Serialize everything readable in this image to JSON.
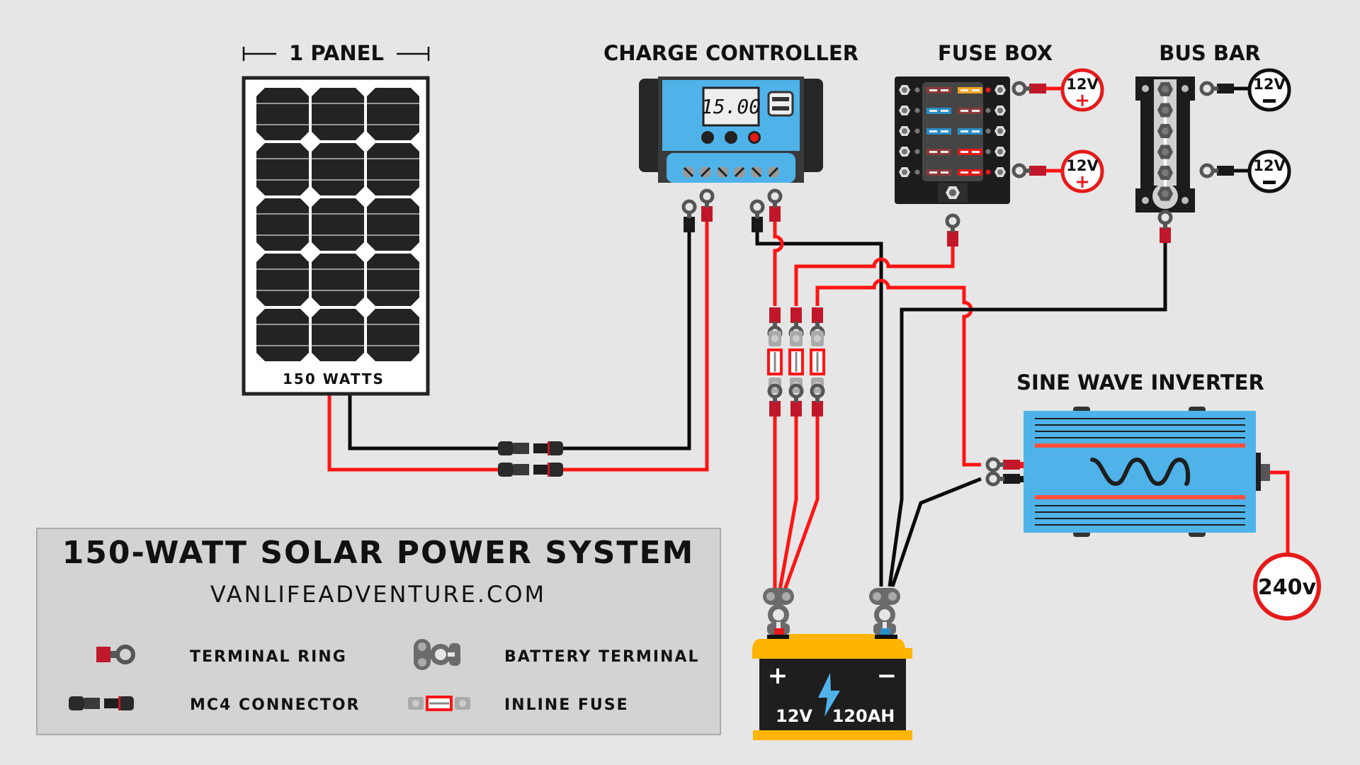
{
  "labels": {
    "panel_header": "1 PANEL",
    "panel_rating": "150 WATTS",
    "charge_controller": "CHARGE CONTROLLER",
    "controller_display": "15.00",
    "fuse_box": "FUSE BOX",
    "bus_bar": "BUS BAR",
    "inverter": "SINE WAVE INVERTER",
    "battery_voltage": "12V",
    "battery_capacity": "120AH",
    "battery_plus": "+",
    "battery_minus": "−",
    "ac_output": "240v"
  },
  "outputs": {
    "fuse_box": [
      {
        "voltage": "12V",
        "polarity": "+"
      },
      {
        "voltage": "12V",
        "polarity": "+"
      }
    ],
    "bus_bar": [
      {
        "voltage": "12V",
        "polarity": "−"
      },
      {
        "voltage": "12V",
        "polarity": "−"
      }
    ]
  },
  "fuse_box_fuses": [
    [
      "#8a3a3a",
      "#f5a623"
    ],
    [
      "#2b8fc7",
      "#8a3a3a"
    ],
    [
      "#2b8fc7",
      "#2b8fc7"
    ],
    [
      "#8a3a3a",
      "#e61a1a"
    ],
    [
      "#8a3a3a",
      "#e61a1a"
    ]
  ],
  "legend": {
    "title": "150-WATT SOLAR POWER SYSTEM",
    "website": "VANLIFEADVENTURE.COM",
    "items": [
      {
        "icon": "terminal-ring-icon",
        "label": "TERMINAL RING"
      },
      {
        "icon": "battery-terminal-icon",
        "label": "BATTERY TERMINAL"
      },
      {
        "icon": "mc4-connector-icon",
        "label": "MC4 CONNECTOR"
      },
      {
        "icon": "inline-fuse-icon",
        "label": "INLINE FUSE"
      }
    ]
  },
  "colors": {
    "background": "#e6e6e6",
    "wire_positive": "#ff1414",
    "wire_negative": "#0a0a0a",
    "device_blue": "#4fb3ea",
    "battery_yellow": "#ffb400",
    "dark": "#222222"
  }
}
